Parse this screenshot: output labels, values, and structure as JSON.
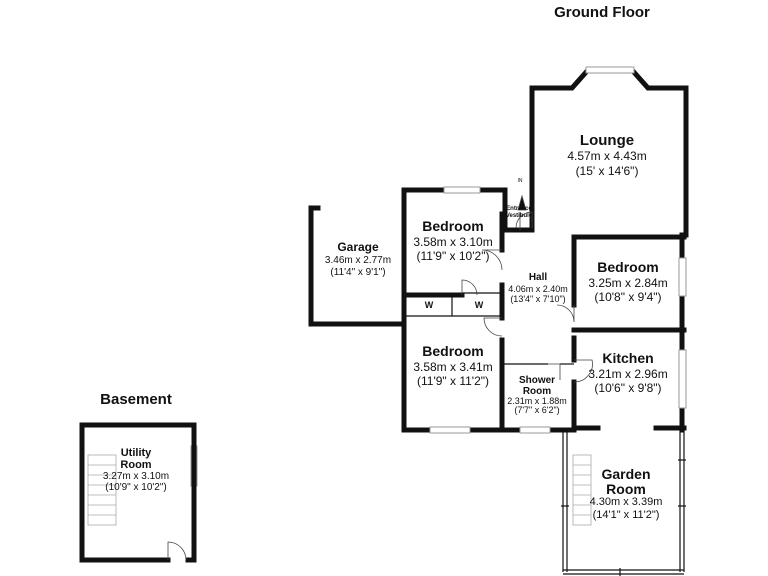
{
  "headings": {
    "ground_floor": "Ground Floor",
    "basement": "Basement"
  },
  "rooms": {
    "lounge": {
      "name": "Lounge",
      "metric": "4.57m x 4.43m",
      "imperial": "(15' x 14'6\")"
    },
    "bedroom1": {
      "name": "Bedroom",
      "metric": "3.58m x 3.10m",
      "imperial": "(11'9\" x 10'2\")"
    },
    "garage": {
      "name": "Garage",
      "metric": "3.46m x 2.77m",
      "imperial": "(11'4\" x 9'1\")"
    },
    "hall": {
      "name": "Hall",
      "metric": "4.06m x 2.40m",
      "imperial": "(13'4\" x 7'10\")"
    },
    "bedroom2": {
      "name": "Bedroom",
      "metric": "3.25m x 2.84m",
      "imperial": "(10'8\" x 9'4\")"
    },
    "bedroom3": {
      "name": "Bedroom",
      "metric": "3.58m x 3.41m",
      "imperial": "(11'9\" x 11'2\")"
    },
    "shower": {
      "name1": "Shower",
      "name2": "Room",
      "metric": "2.31m x 1.88m",
      "imperial": "(7'7\" x 6'2\")"
    },
    "kitchen": {
      "name": "Kitchen",
      "metric": "3.21m x 2.96m",
      "imperial": "(10'6\" x 9'8\")"
    },
    "garden": {
      "name1": "Garden",
      "name2": "Room",
      "metric": "4.30m x 3.39m",
      "imperial": "(14'1\" x 11'2\")"
    },
    "utility": {
      "name1": "Utility",
      "name2": "Room",
      "metric": "3.27m x 3.10m",
      "imperial": "(10'9\" x 10'2\")"
    },
    "vestibule": {
      "name1": "Entrance",
      "name2": "Vestibule",
      "marker": "IN"
    }
  },
  "wardrobe_label": "W"
}
